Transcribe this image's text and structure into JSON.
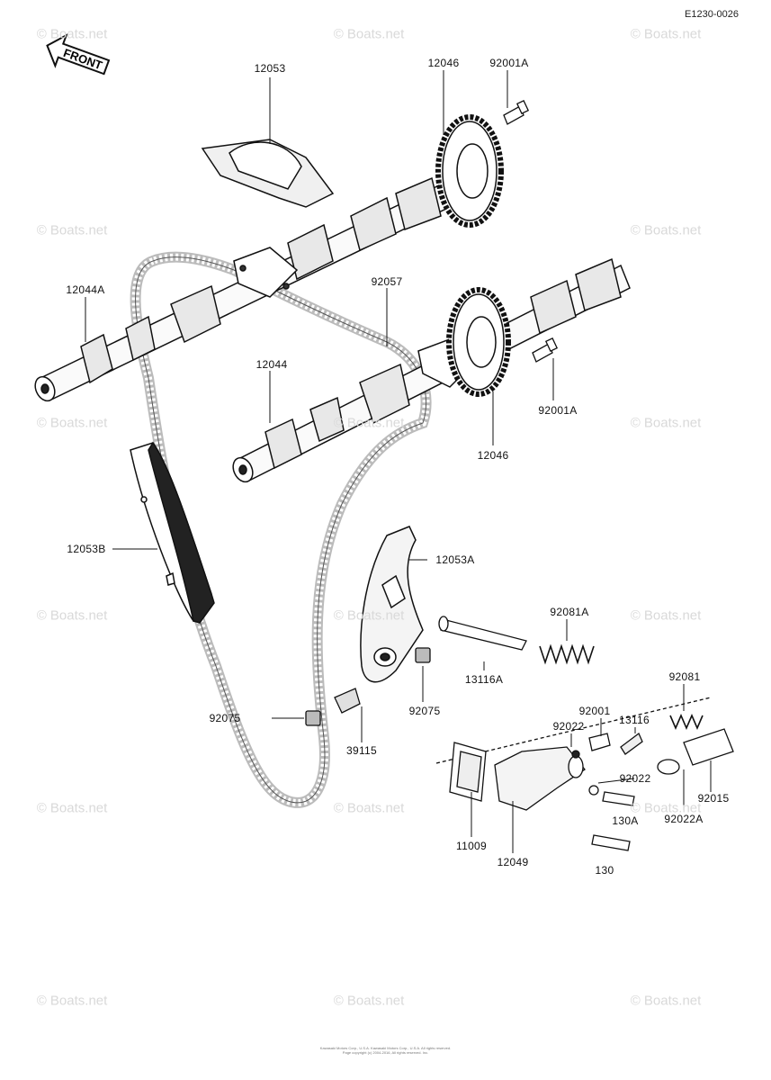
{
  "diagram_code": "E1230-0026",
  "front_label": "FRONT",
  "watermark_text": "© Boats.net",
  "copyright_lines": [
    "Kawasaki Motors Corp., U.S.A. Kawasaki Motors Corp., U.S.A. All rights reserved.",
    "Page copyright (c) 2004-2016, All rights reserved. Inc."
  ],
  "part_labels": [
    {
      "id": "12053",
      "text": "12053"
    },
    {
      "id": "12046-top",
      "text": "12046"
    },
    {
      "id": "92001A-top",
      "text": "92001A"
    },
    {
      "id": "12044A",
      "text": "12044A"
    },
    {
      "id": "92057",
      "text": "92057"
    },
    {
      "id": "12044",
      "text": "12044"
    },
    {
      "id": "92001A-mid",
      "text": "92001A"
    },
    {
      "id": "12046-mid",
      "text": "12046"
    },
    {
      "id": "12053B",
      "text": "12053B"
    },
    {
      "id": "12053A",
      "text": "12053A"
    },
    {
      "id": "92081A",
      "text": "92081A"
    },
    {
      "id": "13116A",
      "text": "13116A"
    },
    {
      "id": "92075-left",
      "text": "92075"
    },
    {
      "id": "39115",
      "text": "39115"
    },
    {
      "id": "92075-right",
      "text": "92075"
    },
    {
      "id": "92081",
      "text": "92081"
    },
    {
      "id": "13116",
      "text": "13116"
    },
    {
      "id": "92001",
      "text": "92001"
    },
    {
      "id": "92022-top",
      "text": "92022"
    },
    {
      "id": "92022-mid",
      "text": "92022"
    },
    {
      "id": "92015",
      "text": "92015"
    },
    {
      "id": "130A",
      "text": "130A"
    },
    {
      "id": "92022A",
      "text": "92022A"
    },
    {
      "id": "11009",
      "text": "11009"
    },
    {
      "id": "12049",
      "text": "12049"
    },
    {
      "id": "130",
      "text": "130"
    }
  ]
}
